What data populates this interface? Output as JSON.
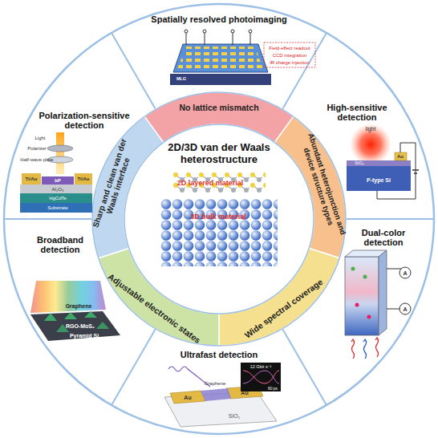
{
  "diagram": {
    "nodes": [
      {
        "text": [
          "2D/3D van der Waals heterostructure"
        ]
      },
      {
        "text": [
          "No lattice mismatch"
        ]
      },
      {
        "text": [
          "Abundant heterojunction and device structure types"
        ]
      },
      {
        "text": [
          "Wide spectral coverage"
        ]
      },
      {
        "text": [
          "Adjustable electronic states"
        ]
      },
      {
        "text": [
          "Sharp and clean van der Waals interface"
        ]
      },
      {
        "text": [
          "Spatially resolved photoimaging"
        ]
      },
      {
        "text": [
          "High-sensitive detection"
        ]
      },
      {
        "text": [
          "Dual-color detection"
        ]
      },
      {
        "text": [
          "Ultrafast detection"
        ]
      },
      {
        "text": [
          "Broadband detection"
        ]
      },
      {
        "text": [
          "Polarization-sensitive detection"
        ]
      }
    ],
    "labels": [
      "2D layered material",
      "3D bulk material",
      "Field-effect readout",
      "CCD integration",
      "IR charge injection",
      "MLG",
      "light",
      "Au",
      "SiO₂",
      "P-type Si",
      "Light",
      "Polarizer",
      "Half-wave plate",
      "Ti/Au",
      "bP",
      "Ti/Au",
      "Al₂O₃",
      "HgCdTe",
      "Substrate",
      "Graphene",
      "RGO-MoS₂",
      "Pyramid Si",
      "Au",
      "Graphene",
      "SiO₂",
      "12 Gbit s⁻¹",
      "60 ps",
      "Au",
      "A",
      "A"
    ]
  }
}
